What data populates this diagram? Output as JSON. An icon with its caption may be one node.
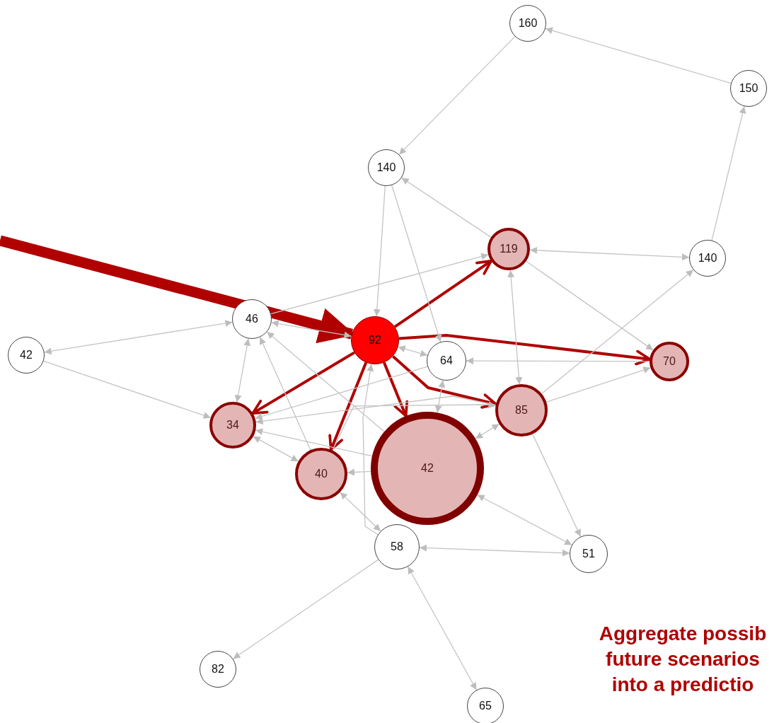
{
  "diagram": {
    "nodes": [
      {
        "text": [
          "160"
        ]
      },
      {
        "text": [
          "150"
        ]
      },
      {
        "text": [
          "140"
        ]
      },
      {
        "text": [
          "119"
        ]
      },
      {
        "text": [
          "140"
        ]
      },
      {
        "text": [
          "46"
        ]
      },
      {
        "text": [
          "92"
        ]
      },
      {
        "text": [
          "42"
        ]
      },
      {
        "text": [
          "64"
        ]
      },
      {
        "text": [
          "70"
        ]
      },
      {
        "text": [
          "85"
        ]
      },
      {
        "text": [
          "34"
        ]
      },
      {
        "text": [
          "40"
        ]
      },
      {
        "text": [
          "42"
        ]
      },
      {
        "text": [
          "58"
        ]
      },
      {
        "text": [
          "51"
        ]
      },
      {
        "text": [
          "82"
        ]
      },
      {
        "text": [
          "65"
        ]
      }
    ],
    "edges": [
      {
        "from": null,
        "to": 6,
        "arrow": "to",
        "style": "thick",
        "color": "#b00000"
      },
      {
        "from": 6,
        "to": 3,
        "arrow": "to",
        "style": "thick",
        "color": "#b00000"
      },
      {
        "from": 6,
        "to": 9,
        "arrow": "to",
        "style": "thick",
        "color": "#b00000"
      },
      {
        "from": 6,
        "to": 10,
        "arrow": "to",
        "style": "thick",
        "color": "#b00000"
      },
      {
        "from": 6,
        "to": 13,
        "arrow": "to",
        "style": "thick",
        "color": "#b00000"
      },
      {
        "from": 6,
        "to": 12,
        "arrow": "to",
        "style": "thick",
        "color": "#b00000"
      },
      {
        "from": 6,
        "to": 11,
        "arrow": "to",
        "style": "thick",
        "color": "#b00000"
      },
      {
        "from": 1,
        "to": 0,
        "arrow": "to"
      },
      {
        "from": 0,
        "to": 2,
        "arrow": "to"
      },
      {
        "from": 3,
        "to": 2,
        "arrow": "to"
      },
      {
        "from": 4,
        "to": 1,
        "arrow": "to"
      },
      {
        "from": 3,
        "to": 4,
        "arrow": "both"
      },
      {
        "from": 2,
        "to": 6,
        "arrow": "to"
      },
      {
        "from": 2,
        "to": 8,
        "arrow": "to"
      },
      {
        "from": 3,
        "to": 9,
        "arrow": "to"
      },
      {
        "from": 3,
        "to": 10,
        "arrow": "both"
      },
      {
        "from": 10,
        "to": 4,
        "arrow": "to"
      },
      {
        "from": 5,
        "to": 3,
        "arrow": "to"
      },
      {
        "from": 5,
        "to": 7,
        "arrow": "both"
      },
      {
        "from": 7,
        "to": 11,
        "arrow": "to"
      },
      {
        "from": 5,
        "to": 11,
        "arrow": "both"
      },
      {
        "from": 5,
        "to": 6,
        "arrow": "both"
      },
      {
        "from": 12,
        "to": 5,
        "arrow": "to"
      },
      {
        "from": 13,
        "to": 5,
        "arrow": "to"
      },
      {
        "from": 10,
        "to": 11,
        "arrow": "to"
      },
      {
        "from": 8,
        "to": 11,
        "arrow": "to"
      },
      {
        "from": 13,
        "to": 11,
        "arrow": "to"
      },
      {
        "from": 11,
        "to": 12,
        "arrow": "both"
      },
      {
        "from": 9,
        "to": 8,
        "arrow": "to"
      },
      {
        "from": 10,
        "to": 9,
        "arrow": "to"
      },
      {
        "from": 8,
        "to": 13,
        "arrow": "both"
      },
      {
        "from": 6,
        "to": 8,
        "arrow": "both"
      },
      {
        "from": 10,
        "to": 13,
        "arrow": "both"
      },
      {
        "from": 12,
        "to": 10,
        "arrow": "to"
      },
      {
        "from": 14,
        "to": 6,
        "arrow": "to"
      },
      {
        "from": 13,
        "to": 12,
        "arrow": "to"
      },
      {
        "from": 12,
        "to": 14,
        "arrow": "both"
      },
      {
        "from": 14,
        "to": 15,
        "arrow": "both"
      },
      {
        "from": 13,
        "to": 15,
        "arrow": "both"
      },
      {
        "from": 10,
        "to": 15,
        "arrow": "to"
      },
      {
        "from": 14,
        "to": 16,
        "arrow": "to"
      },
      {
        "from": 14,
        "to": 17,
        "arrow": "both"
      }
    ],
    "labels": [
      "Aggregate possib future scenarios into a predictio"
    ]
  }
}
